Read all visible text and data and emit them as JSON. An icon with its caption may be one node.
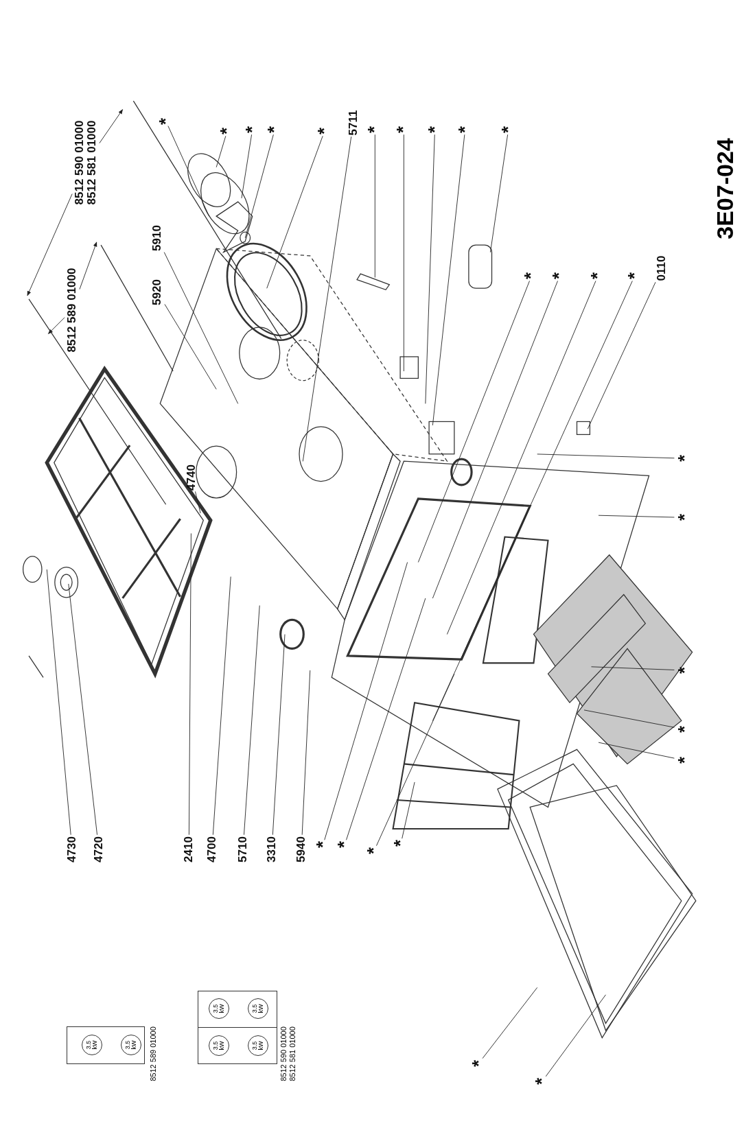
{
  "diagram": {
    "nodes": [
      {
        "text": [
          "8512 589 01000"
        ]
      },
      {
        "text": [
          "8512 590 01000",
          "8512 581 01000"
        ]
      },
      {
        "text": [
          "5920"
        ]
      },
      {
        "text": [
          "5910"
        ]
      },
      {
        "text": [
          "*"
        ]
      },
      {
        "text": [
          "*"
        ]
      },
      {
        "text": [
          "*"
        ]
      },
      {
        "text": [
          "*"
        ]
      },
      {
        "text": [
          "*"
        ]
      },
      {
        "text": [
          "5711"
        ]
      },
      {
        "text": [
          "*"
        ]
      },
      {
        "text": [
          "*"
        ]
      },
      {
        "text": [
          "*"
        ]
      },
      {
        "text": [
          "*"
        ]
      },
      {
        "text": [
          "*"
        ]
      },
      {
        "text": [
          "*"
        ]
      },
      {
        "text": [
          "*"
        ]
      },
      {
        "text": [
          "*"
        ]
      },
      {
        "text": [
          "*"
        ]
      },
      {
        "text": [
          "0110"
        ]
      },
      {
        "text": [
          "4740"
        ]
      },
      {
        "text": [
          "*"
        ]
      },
      {
        "text": [
          "*"
        ]
      },
      {
        "text": [
          "*"
        ]
      },
      {
        "text": [
          "*"
        ]
      },
      {
        "text": [
          "*"
        ]
      },
      {
        "text": [
          "4730"
        ]
      },
      {
        "text": [
          "4720"
        ]
      },
      {
        "text": [
          "2410"
        ]
      },
      {
        "text": [
          "4700"
        ]
      },
      {
        "text": [
          "5710"
        ]
      },
      {
        "text": [
          "3310"
        ]
      },
      {
        "text": [
          "5940"
        ]
      },
      {
        "text": [
          "*"
        ]
      },
      {
        "text": [
          "*"
        ]
      },
      {
        "text": [
          "*"
        ]
      },
      {
        "text": [
          "*"
        ]
      },
      {
        "text": [
          "*"
        ]
      },
      {
        "text": [
          "*"
        ]
      },
      {
        "text": [],
        "shape": "box",
        "beside": [
          "8512 589 01000"
        ]
      },
      {
        "text": [
          "3.5 kW"
        ],
        "in": 39
      },
      {
        "text": [
          "3.5 kW"
        ],
        "in": 39
      },
      {
        "text": [],
        "shape": "box",
        "beside": [
          "8512 590 01000",
          "8512 581 01000"
        ]
      },
      {
        "text": [
          "3.5 kW"
        ],
        "in": 42
      },
      {
        "text": [
          "3.5 kW"
        ],
        "in": 42
      },
      {
        "text": [
          "3.5 kW"
        ],
        "in": 42
      },
      {
        "text": [
          "3.5 kW"
        ],
        "in": 42
      }
    ],
    "edges": [
      {
        "from": 0,
        "to": null,
        "arrow": "to"
      },
      {
        "from": 0,
        "to": null,
        "arrow": "to"
      },
      {
        "from": 1,
        "to": null,
        "arrow": "to"
      },
      {
        "from": 1,
        "to": null,
        "arrow": "to"
      },
      {
        "from": 2,
        "to": null,
        "arrow": "none"
      },
      {
        "from": 3,
        "to": null,
        "arrow": "none"
      },
      {
        "from": 4,
        "to": null,
        "arrow": "none"
      },
      {
        "from": 5,
        "to": null,
        "arrow": "none"
      },
      {
        "from": 6,
        "to": null,
        "arrow": "none"
      },
      {
        "from": 7,
        "to": null,
        "arrow": "none"
      },
      {
        "from": 8,
        "to": null,
        "arrow": "none"
      },
      {
        "from": 9,
        "to": null,
        "arrow": "none"
      },
      {
        "from": 10,
        "to": null,
        "arrow": "none"
      },
      {
        "from": 11,
        "to": null,
        "arrow": "none"
      },
      {
        "from": 12,
        "to": null,
        "arrow": "none"
      },
      {
        "from": 13,
        "to": null,
        "arrow": "none"
      },
      {
        "from": 14,
        "to": null,
        "arrow": "none"
      },
      {
        "from": 15,
        "to": null,
        "arrow": "none"
      },
      {
        "from": 16,
        "to": null,
        "arrow": "none"
      },
      {
        "from": 17,
        "to": null,
        "arrow": "none"
      },
      {
        "from": 18,
        "to": null,
        "arrow": "none"
      },
      {
        "from": 19,
        "to": null,
        "arrow": "none"
      },
      {
        "from": 20,
        "to": null,
        "arrow": "none"
      },
      {
        "from": 21,
        "to": null,
        "arrow": "none"
      },
      {
        "from": 22,
        "to": null,
        "arrow": "none"
      },
      {
        "from": 23,
        "to": null,
        "arrow": "none"
      },
      {
        "from": 24,
        "to": null,
        "arrow": "none"
      },
      {
        "from": 25,
        "to": null,
        "arrow": "none"
      },
      {
        "from": 26,
        "to": null,
        "arrow": "none"
      },
      {
        "from": 27,
        "to": null,
        "arrow": "none"
      },
      {
        "from": 28,
        "to": null,
        "arrow": "none"
      },
      {
        "from": 29,
        "to": null,
        "arrow": "none"
      },
      {
        "from": 30,
        "to": null,
        "arrow": "none"
      },
      {
        "from": 31,
        "to": null,
        "arrow": "none"
      },
      {
        "from": 32,
        "to": null,
        "arrow": "none"
      },
      {
        "from": 33,
        "to": null,
        "arrow": "none"
      },
      {
        "from": 34,
        "to": null,
        "arrow": "none"
      },
      {
        "from": 35,
        "to": null,
        "arrow": "none"
      },
      {
        "from": 36,
        "to": null,
        "arrow": "none"
      },
      {
        "from": 37,
        "to": null,
        "arrow": "none"
      },
      {
        "from": 38,
        "to": null,
        "arrow": "none"
      }
    ],
    "labels": [
      "3E07-024"
    ]
  }
}
